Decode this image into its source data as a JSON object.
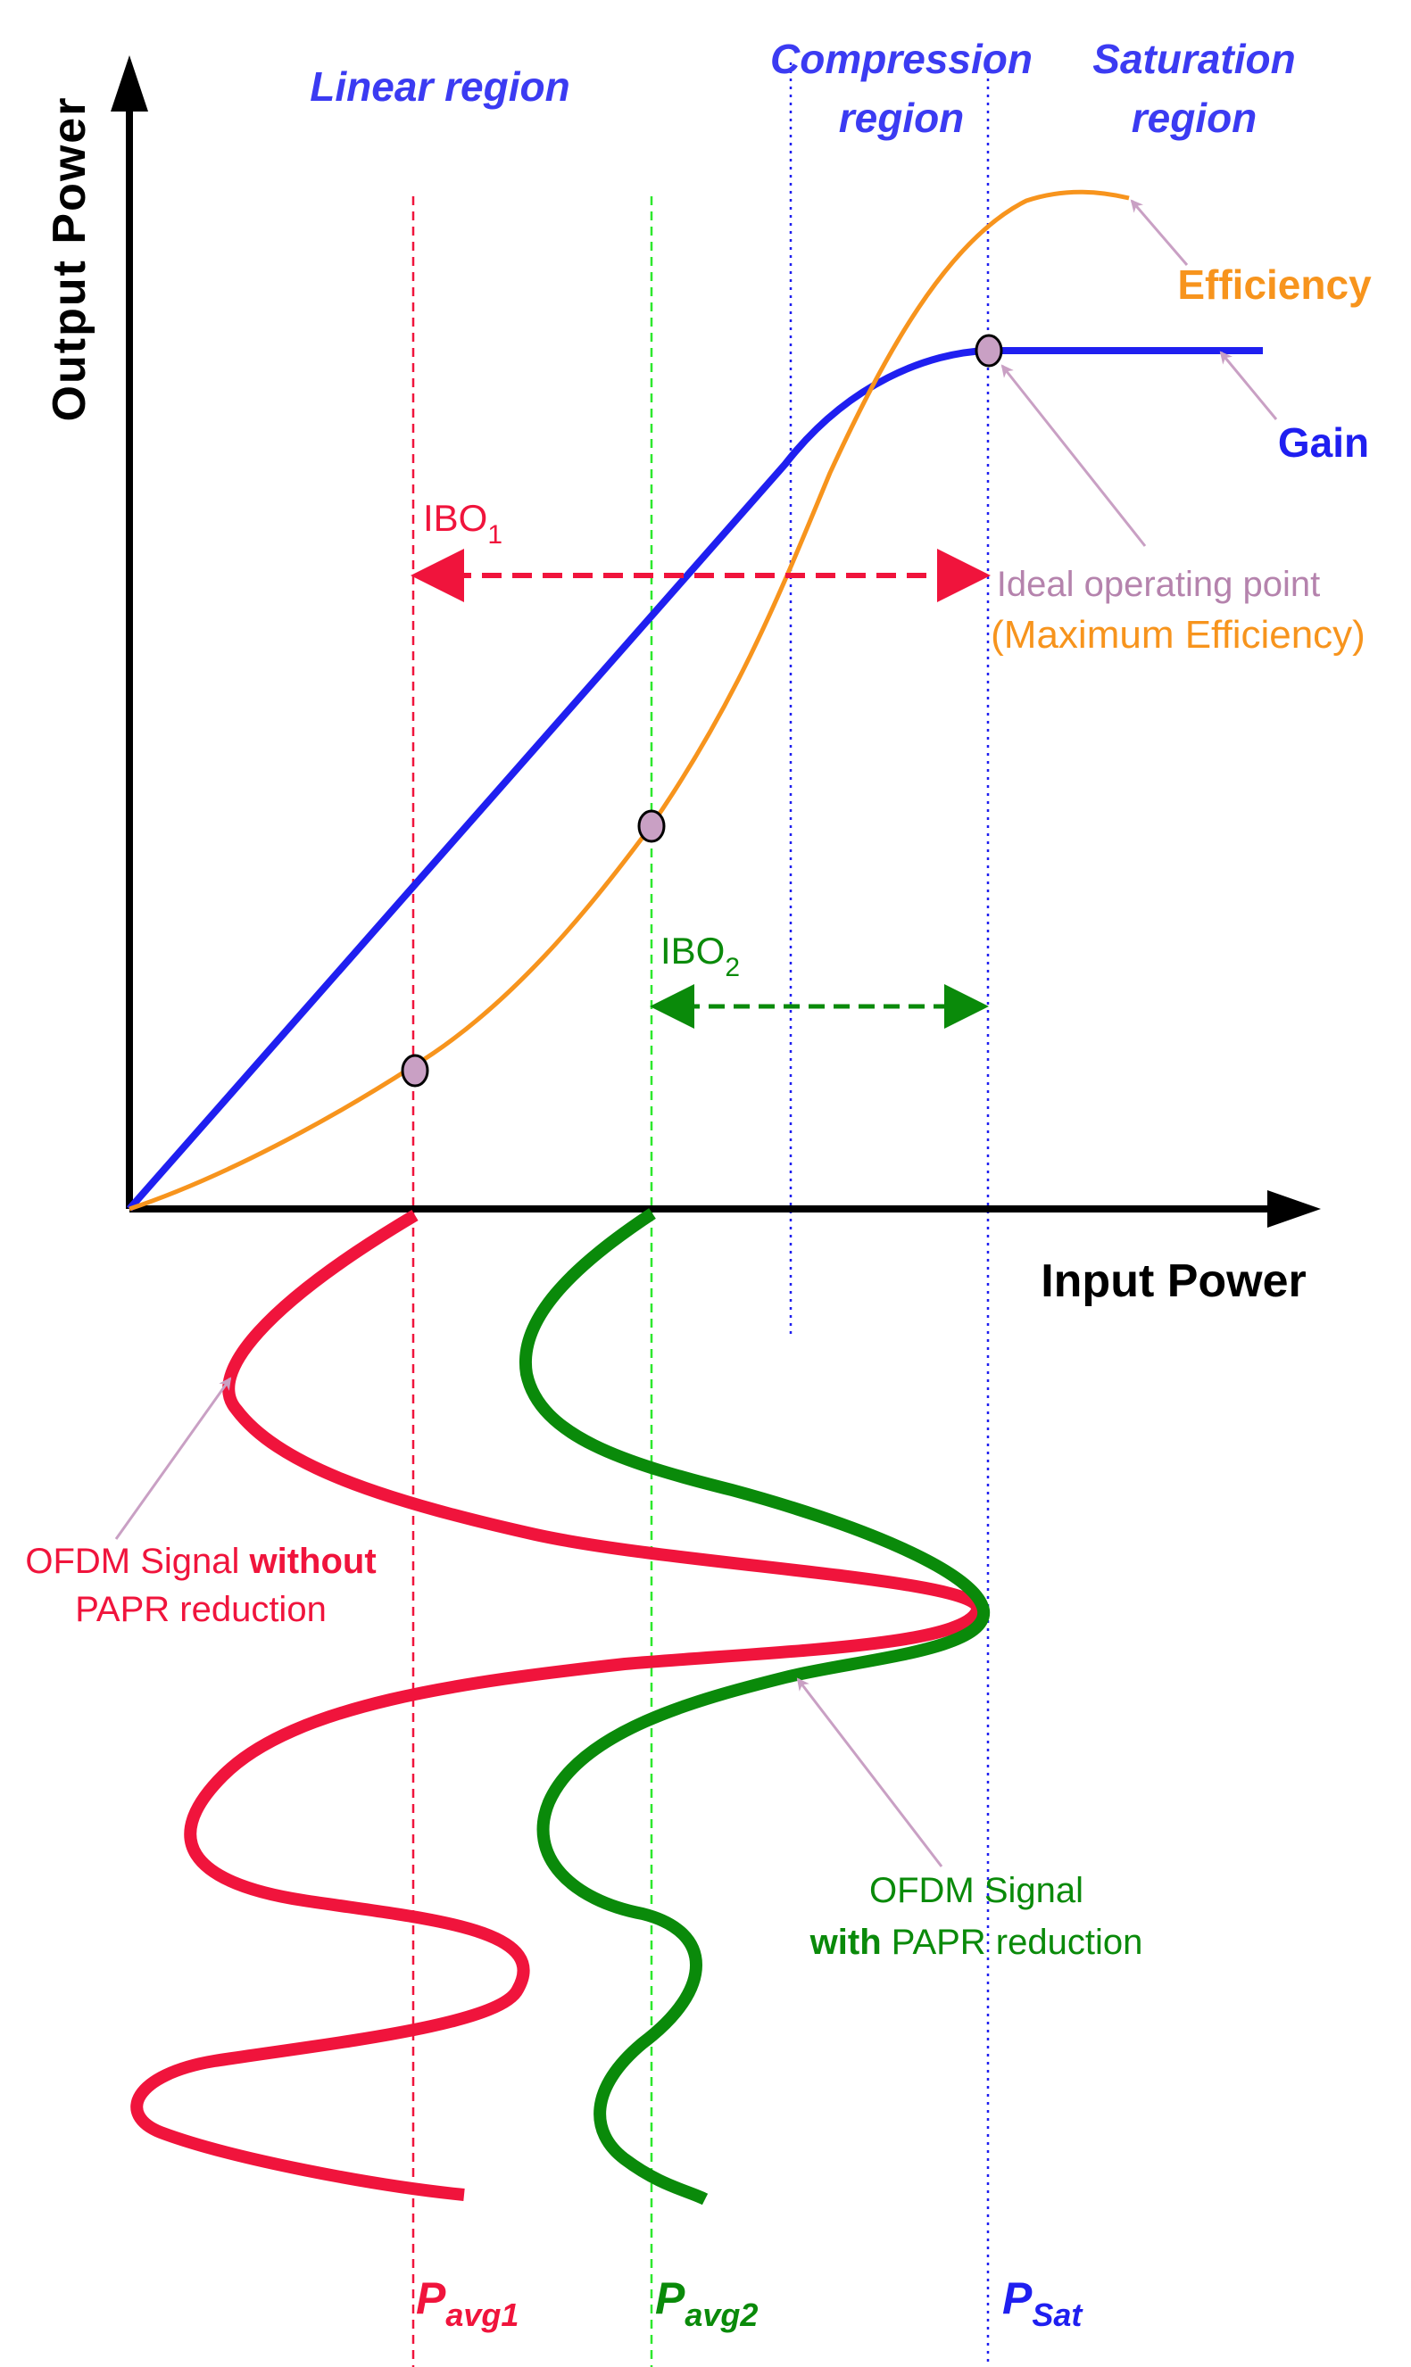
{
  "regions": {
    "linear": "Linear region",
    "compression_1": "Compression",
    "compression_2": "region",
    "saturation_1": "Saturation",
    "saturation_2": "region"
  },
  "axes": {
    "y_title": "Output Power",
    "x_title": "Input Power"
  },
  "curves": {
    "efficiency": "Efficiency",
    "gain": "Gain"
  },
  "annotations": {
    "ibo1_main": "IBO",
    "ibo1_sub": "1",
    "ibo2_main": "IBO",
    "ibo2_sub": "2",
    "ideal_1": "Ideal operating point",
    "ideal_2": "(Maximum Efficiency)",
    "ofdm_without_1a": "OFDM Signal ",
    "ofdm_without_1b": "without",
    "ofdm_without_2": "PAPR reduction",
    "ofdm_with_1": "OFDM Signal",
    "ofdm_with_2a": "with",
    "ofdm_with_2b": " PAPR reduction"
  },
  "markers": {
    "pavg1_main": "P",
    "pavg1_sub": "avg1",
    "pavg2_main": "P",
    "pavg2_sub": "avg2",
    "psat_main": "P",
    "psat_sub": "Sat"
  },
  "colors": {
    "gain": "#1f1ff0",
    "efficiency": "#f7941d",
    "signal_without": "#f0143c",
    "signal_with": "#0a8a0a",
    "pointer": "#c9a0c4",
    "region_label": "#3b3bf2"
  }
}
